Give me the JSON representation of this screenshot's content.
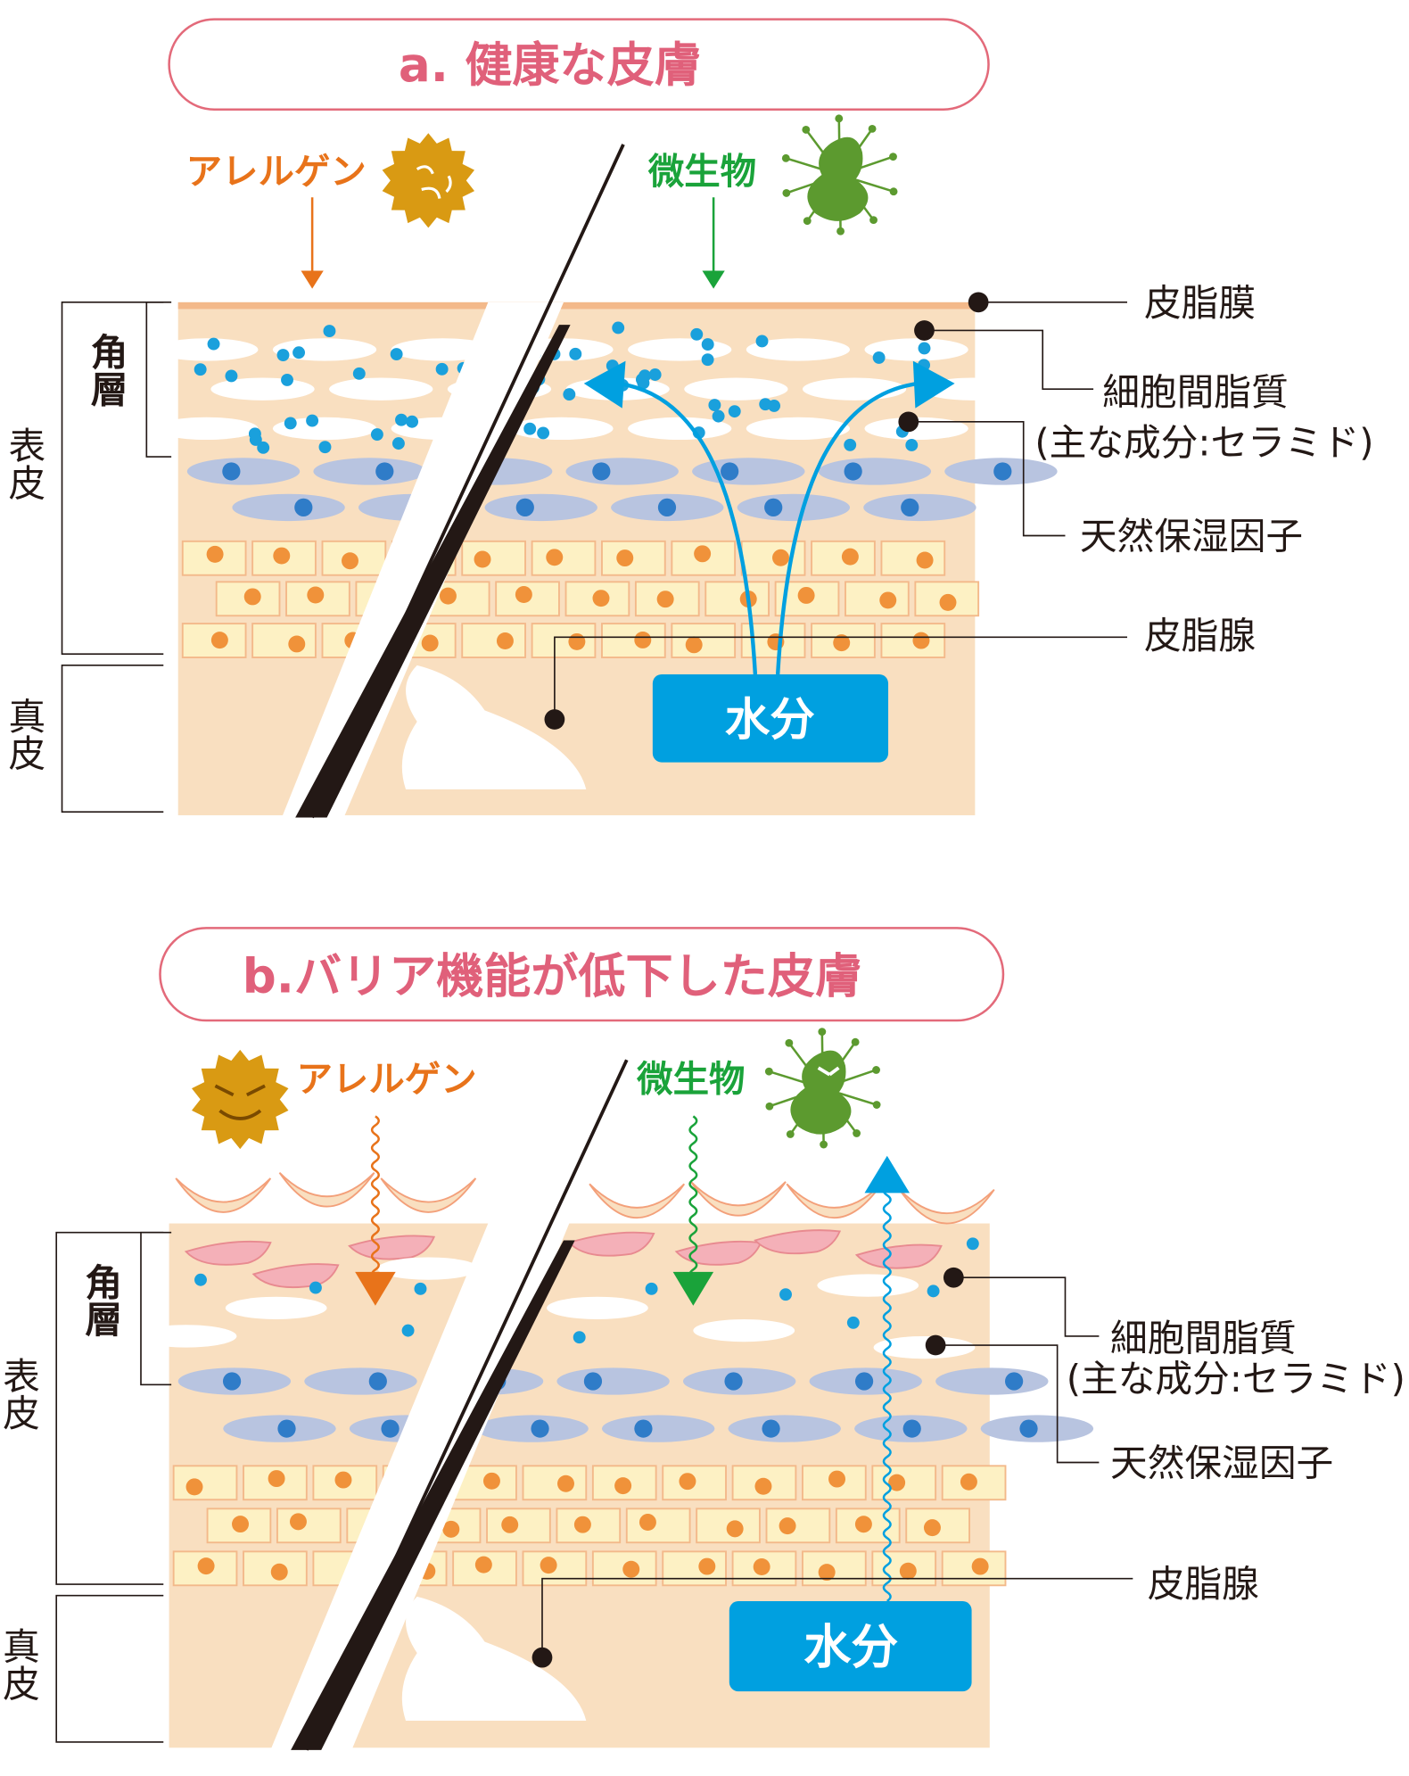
{
  "panel_a": {
    "title": "a. 健康な皮膚",
    "allergen": "アレルゲン",
    "microbe": "微生物",
    "water": "水分",
    "labels": {
      "sebum_film": "皮脂膜",
      "intercellular_lipid": "細胞間脂質",
      "ceramide_note": "(主な成分:セラミド)",
      "nmf": "天然保湿因子",
      "sebaceous_gland": "皮脂腺"
    },
    "layers": {
      "epidermis": "表皮",
      "stratum_corneum": "角層",
      "dermis": "真皮"
    }
  },
  "panel_b": {
    "title": "b.バリア機能が低下した皮膚",
    "allergen": "アレルゲン",
    "microbe": "微生物",
    "water": "水分",
    "labels": {
      "intercellular_lipid": "細胞間脂質",
      "ceramide_note": "(主な成分:セラミド)",
      "nmf": "天然保湿因子",
      "sebaceous_gland": "皮脂腺"
    },
    "layers": {
      "epidermis": "表皮",
      "stratum_corneum": "角層",
      "dermis": "真皮"
    }
  },
  "colors": {
    "title_pink": "#e0607a",
    "allergen_orange": "#e8731a",
    "microbe_green": "#1aa33a",
    "water_blue": "#00a0e0",
    "skin": "#f9dfc0"
  }
}
